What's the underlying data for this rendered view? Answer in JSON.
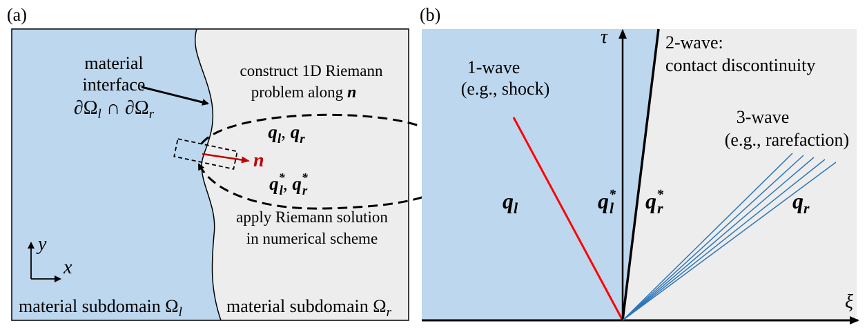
{
  "panel_a": {
    "tag": "(a)",
    "interface_label": [
      "material",
      "interface"
    ],
    "interface_set": {
      "lhs": "∂Ω",
      "lhs_sub": "l",
      "cap": " ∩ ",
      "rhs": "∂Ω",
      "rhs_sub": "r"
    },
    "construct_text": [
      "construct 1D Riemann",
      "problem along "
    ],
    "n_symbol": "n",
    "q_pair": {
      "ql": "q",
      "ql_sub": "l",
      "sep": ", ",
      "qr": "q",
      "qr_sub": "r"
    },
    "q_star_pair": {
      "ql": "q",
      "ql_sup": "*",
      "ql_sub": "l",
      "sep": ", ",
      "qr": "q",
      "qr_sup": "*",
      "qr_sub": "r"
    },
    "apply_text": [
      "apply Riemann solution",
      "in numerical scheme"
    ],
    "axis_y": "y",
    "axis_x": "x",
    "left_subdomain": {
      "text": "material subdomain Ω",
      "sub": "l"
    },
    "right_subdomain": {
      "text": "material subdomain Ω",
      "sub": "r"
    }
  },
  "panel_b": {
    "tag": "(b)",
    "axis_tau": "τ",
    "axis_xi": "ξ",
    "wave1": [
      "1-wave",
      "(e.g., shock)"
    ],
    "wave2": [
      "2-wave:",
      "contact discontinuity"
    ],
    "wave3": [
      "3-wave",
      "(e.g., rarefaction)"
    ],
    "ql": {
      "base": "q",
      "sub": "l"
    },
    "ql_star": {
      "base": "q",
      "sup": "*",
      "sub": "l"
    },
    "qr_star": {
      "base": "q",
      "sup": "*",
      "sub": "r"
    },
    "qr": {
      "base": "q",
      "sub": "r"
    }
  },
  "colors": {
    "left_region": "#bdd7ee",
    "right_region": "#ededed",
    "shock": "#ff0000",
    "rarefaction": "#2e75b6",
    "normal_arrow": "#c00000"
  }
}
